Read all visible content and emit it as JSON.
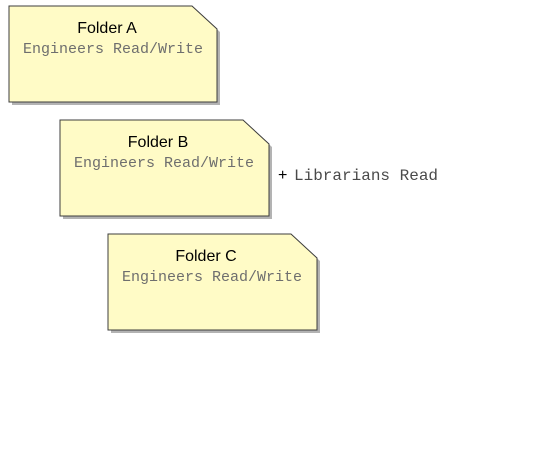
{
  "colors": {
    "folder_fill": "#fffbc6",
    "folder_stroke": "#3c3c3c",
    "shadow": "#b3b3b3"
  },
  "folders": [
    {
      "title": "Folder A",
      "permission": "Engineers Read/Write"
    },
    {
      "title": "Folder B",
      "permission": "Engineers Read/Write"
    },
    {
      "title": "Folder C",
      "permission": "Engineers Read/Write"
    }
  ],
  "extra_permission": {
    "plus": "+",
    "text": "Librarians Read"
  }
}
